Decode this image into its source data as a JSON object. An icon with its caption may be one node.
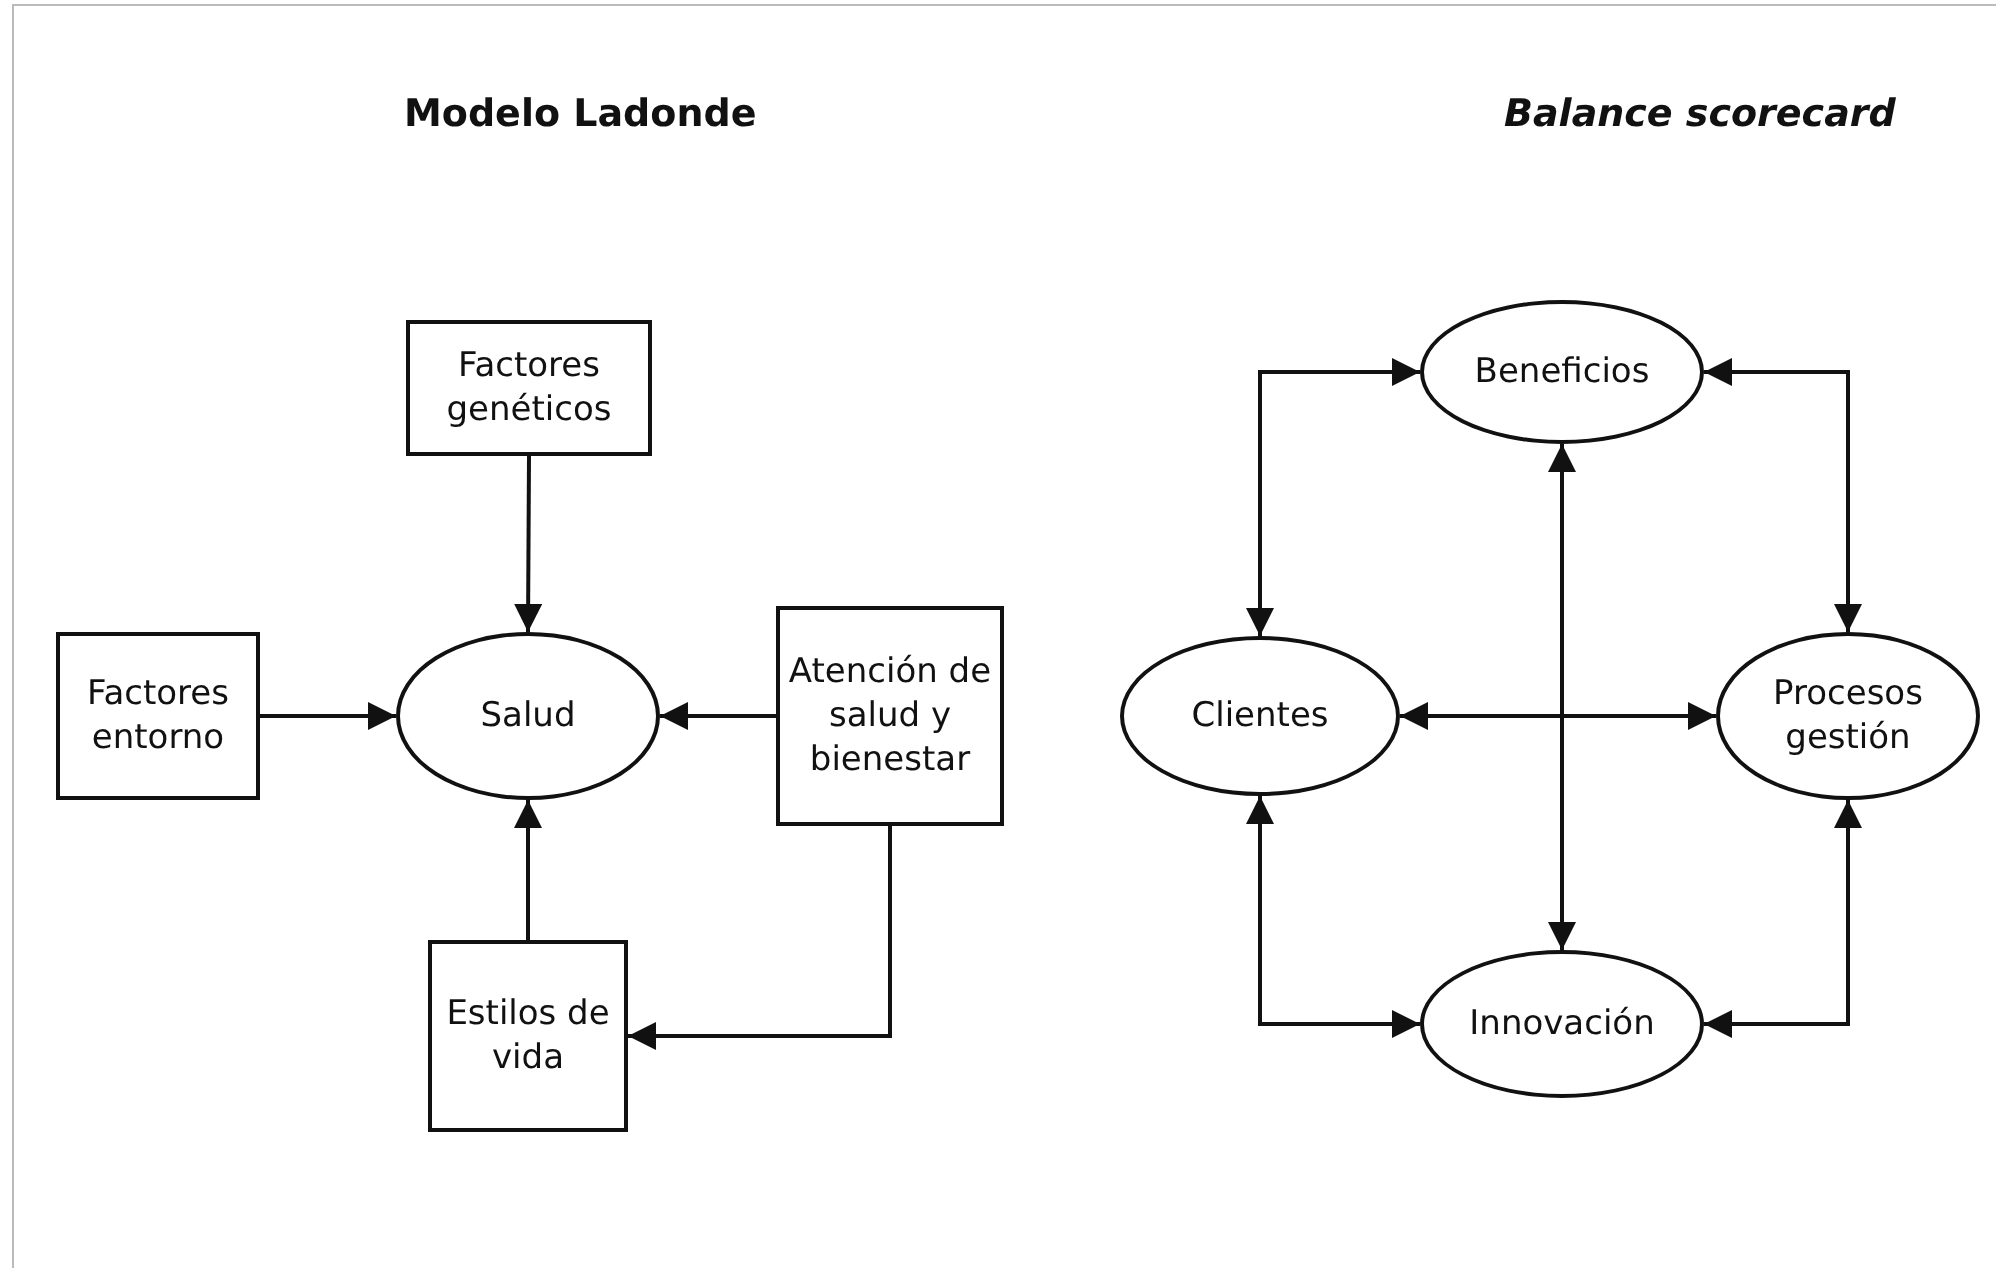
{
  "diagram": {
    "nodes": [
      {
        "text": [
          "Factores genéticos"
        ]
      },
      {
        "text": [
          "Factores entorno"
        ]
      },
      {
        "text": [
          "Salud"
        ]
      },
      {
        "text": [
          "Atención de salud y bienestar"
        ]
      },
      {
        "text": [
          "Estilos de vida"
        ]
      },
      {
        "text": [
          "Beneficios"
        ]
      },
      {
        "text": [
          "Clientes"
        ]
      },
      {
        "text": [
          "Procesos gestión"
        ]
      },
      {
        "text": [
          "Innovación"
        ]
      }
    ],
    "edges": [
      {
        "from": 0,
        "to": 2,
        "arrow": "to"
      },
      {
        "from": 1,
        "to": 2,
        "arrow": "to"
      },
      {
        "from": 3,
        "to": 2,
        "arrow": "to"
      },
      {
        "from": 4,
        "to": 2,
        "arrow": "to"
      },
      {
        "from": 3,
        "to": 4,
        "arrow": "to"
      },
      {
        "from": 6,
        "to": 5,
        "arrow": "both"
      },
      {
        "from": 5,
        "to": 7,
        "arrow": "both"
      },
      {
        "from": 6,
        "to": 7,
        "arrow": "both"
      },
      {
        "from": 5,
        "to": 8,
        "arrow": "both"
      },
      {
        "from": 6,
        "to": 8,
        "arrow": "both"
      },
      {
        "from": 8,
        "to": 7,
        "arrow": "both"
      }
    ],
    "labels": [
      "Modelo Ladonde",
      "Balance scorecard"
    ]
  }
}
